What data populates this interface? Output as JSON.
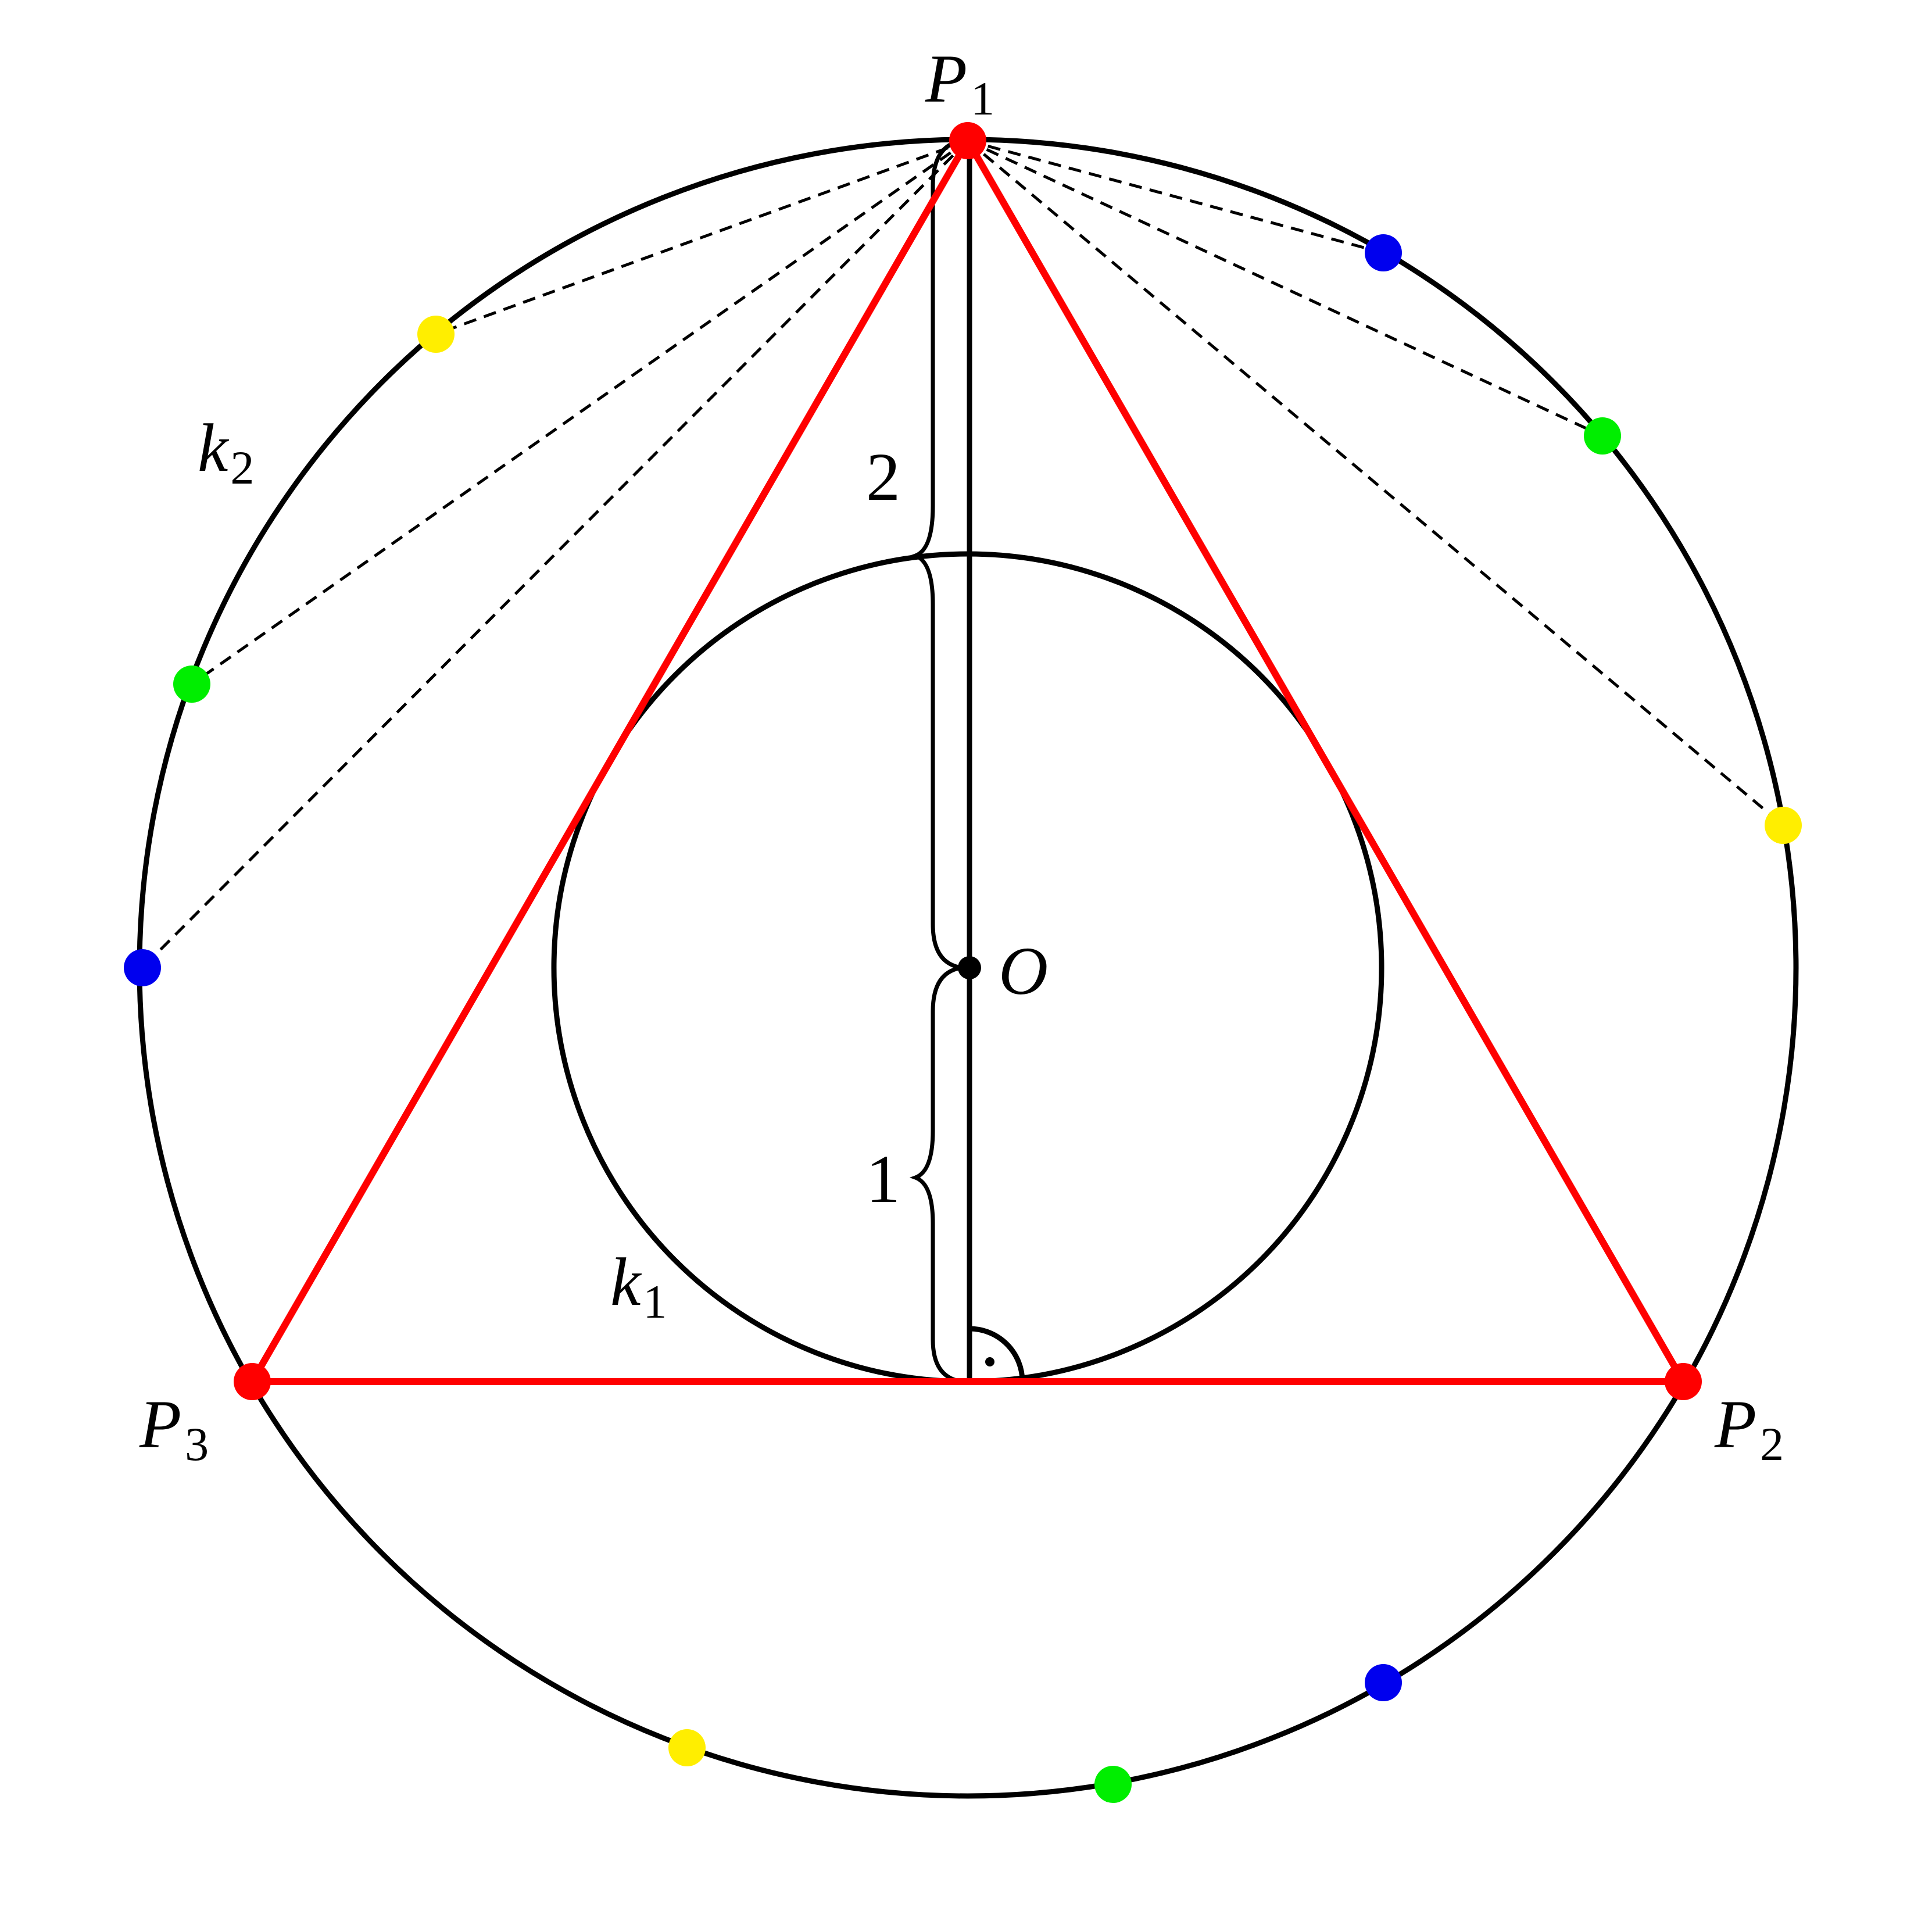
{
  "labels": {
    "p1": {
      "main": "P",
      "sub": "1"
    },
    "p2": {
      "main": "P",
      "sub": "2"
    },
    "p3": {
      "main": "P",
      "sub": "3"
    },
    "center": "O",
    "inner_circle": {
      "main": "k",
      "sub": "1"
    },
    "outer_circle": {
      "main": "k",
      "sub": "2"
    },
    "segment_upper": "2",
    "segment_lower": "1"
  },
  "colors": {
    "triangle": "#ff0000",
    "outline": "#000000",
    "yellow": "#ffee00",
    "green": "#00ee00",
    "blue": "#0000ee"
  },
  "colored_points": [
    {
      "color": "yellow",
      "side": "left"
    },
    {
      "color": "green",
      "side": "left"
    },
    {
      "color": "blue",
      "side": "left"
    },
    {
      "color": "blue",
      "side": "right"
    },
    {
      "color": "green",
      "side": "right"
    },
    {
      "color": "yellow",
      "side": "right"
    },
    {
      "color": "yellow",
      "side": "bottom"
    },
    {
      "color": "green",
      "side": "bottom"
    },
    {
      "color": "blue",
      "side": "bottom"
    }
  ]
}
